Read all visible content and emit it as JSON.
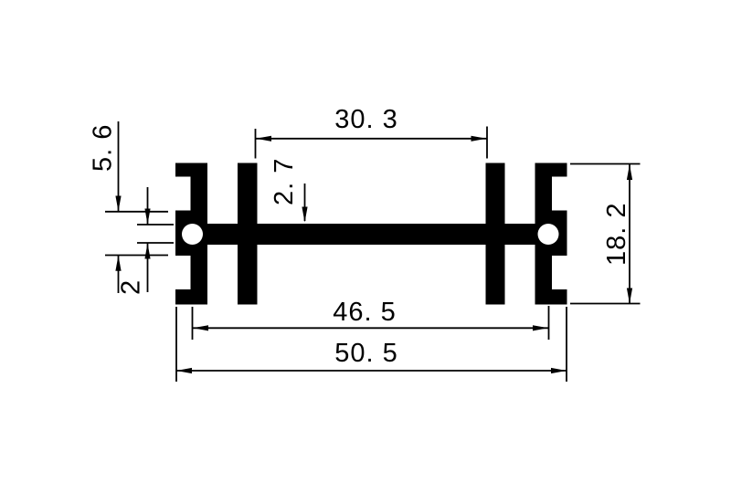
{
  "drawing": {
    "colors": {
      "ink": "#000000",
      "paper": "#ffffff"
    },
    "dimensions": {
      "fin_spacing": "30. 3",
      "boss_slot_height": "5. 6",
      "web_thickness": "2. 7",
      "slot_width": "2",
      "overall_height": "18. 2",
      "hole_center_span": "46. 5",
      "overall_width": "50. 5"
    }
  }
}
